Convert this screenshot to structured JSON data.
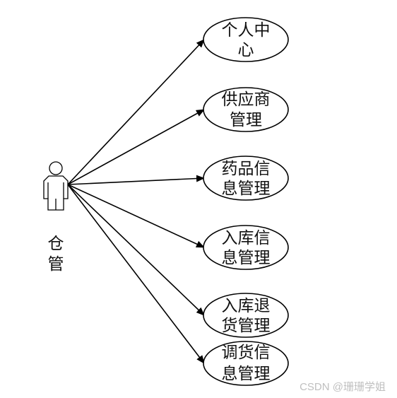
{
  "actor": {
    "label_lines": [
      "仓",
      "管"
    ]
  },
  "use_cases": [
    {
      "lines": [
        "个人中",
        "心"
      ]
    },
    {
      "lines": [
        "供应商",
        "管理"
      ]
    },
    {
      "lines": [
        "药品信",
        "息管理"
      ]
    },
    {
      "lines": [
        "入库信",
        "息管理"
      ]
    },
    {
      "lines": [
        "入库退",
        "货管理"
      ]
    },
    {
      "lines": [
        "调货信",
        "息管理"
      ]
    }
  ],
  "watermark": "CSDN @珊珊学姐",
  "colors": {
    "line": "#000000",
    "text": "#111111",
    "watermark": "#bfbfbf"
  }
}
